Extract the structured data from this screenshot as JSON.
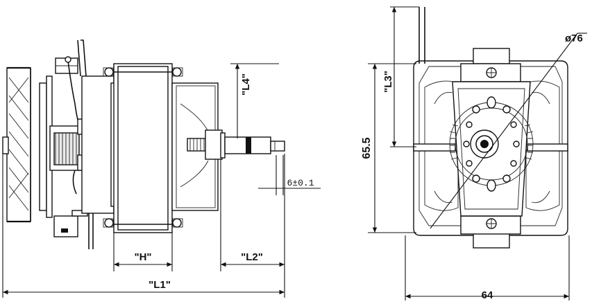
{
  "dimensions": {
    "L1": "\"L1\"",
    "H": "\"H\"",
    "L2": "\"L2\"",
    "L4": "\"L4\"",
    "L3": "\"L3\"",
    "shaft_tolerance": "6±0.1",
    "height": "65.5",
    "width": "64",
    "diameter": "ø76"
  }
}
